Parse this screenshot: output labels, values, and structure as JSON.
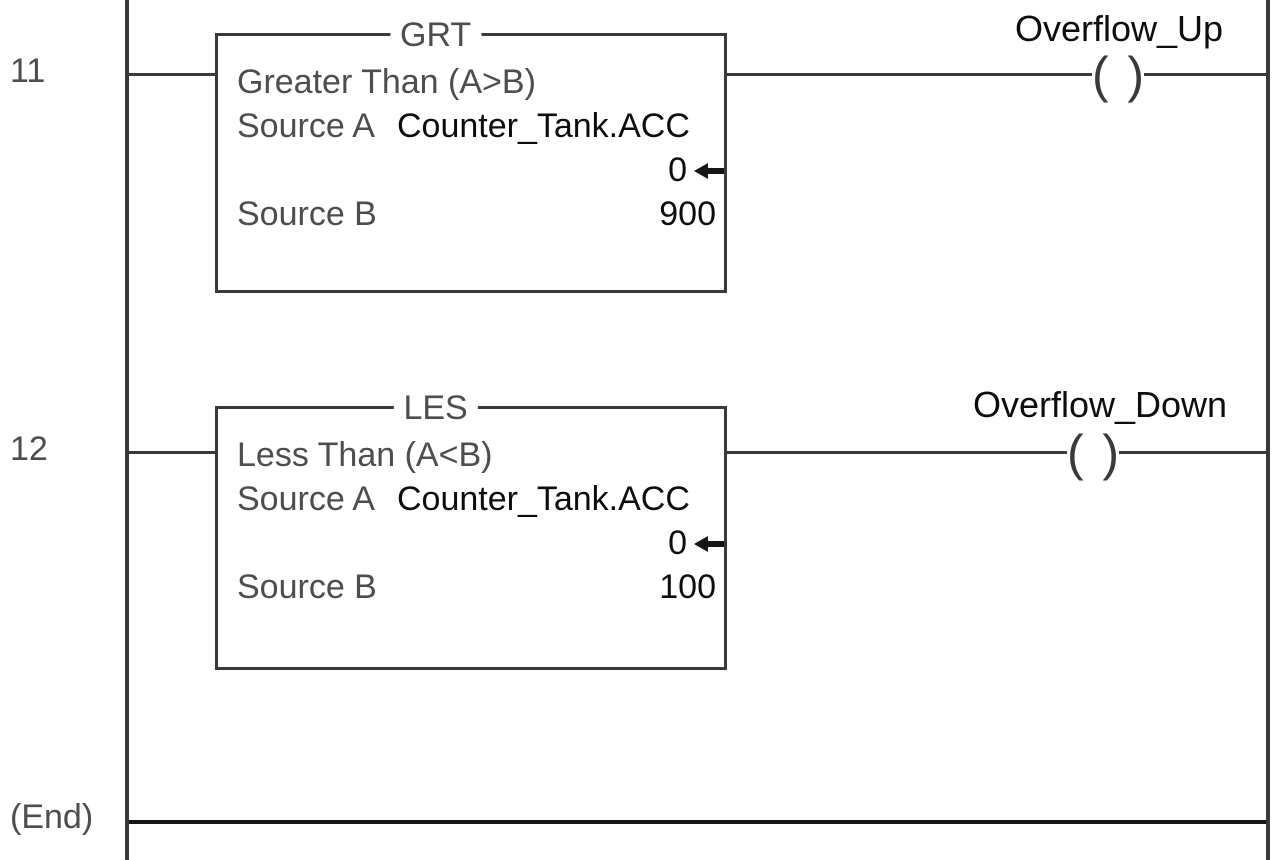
{
  "colors": {
    "line": "#3a3a3a",
    "text_muted": "#4d4d4d",
    "text_strong": "#0d0d0d",
    "end_wire": "#161616",
    "background": "#ffffff"
  },
  "icons": {
    "coil_open": "(",
    "coil_close": ")",
    "value_arrow": "left-arrow"
  },
  "end_label": "(End)",
  "rungs": [
    {
      "number": "11",
      "instruction": {
        "mnemonic": "GRT",
        "description": "Greater Than (A>B)",
        "source_a_label": "Source A",
        "source_a_operand": "Counter_Tank.ACC",
        "source_a_current": "0",
        "source_b_label": "Source B",
        "source_b_value": "900"
      },
      "coil_tag": "Overflow_Up"
    },
    {
      "number": "12",
      "instruction": {
        "mnemonic": "LES",
        "description": "Less Than (A<B)",
        "source_a_label": "Source A",
        "source_a_operand": "Counter_Tank.ACC",
        "source_a_current": "0",
        "source_b_label": "Source B",
        "source_b_value": "100"
      },
      "coil_tag": "Overflow_Down"
    }
  ]
}
